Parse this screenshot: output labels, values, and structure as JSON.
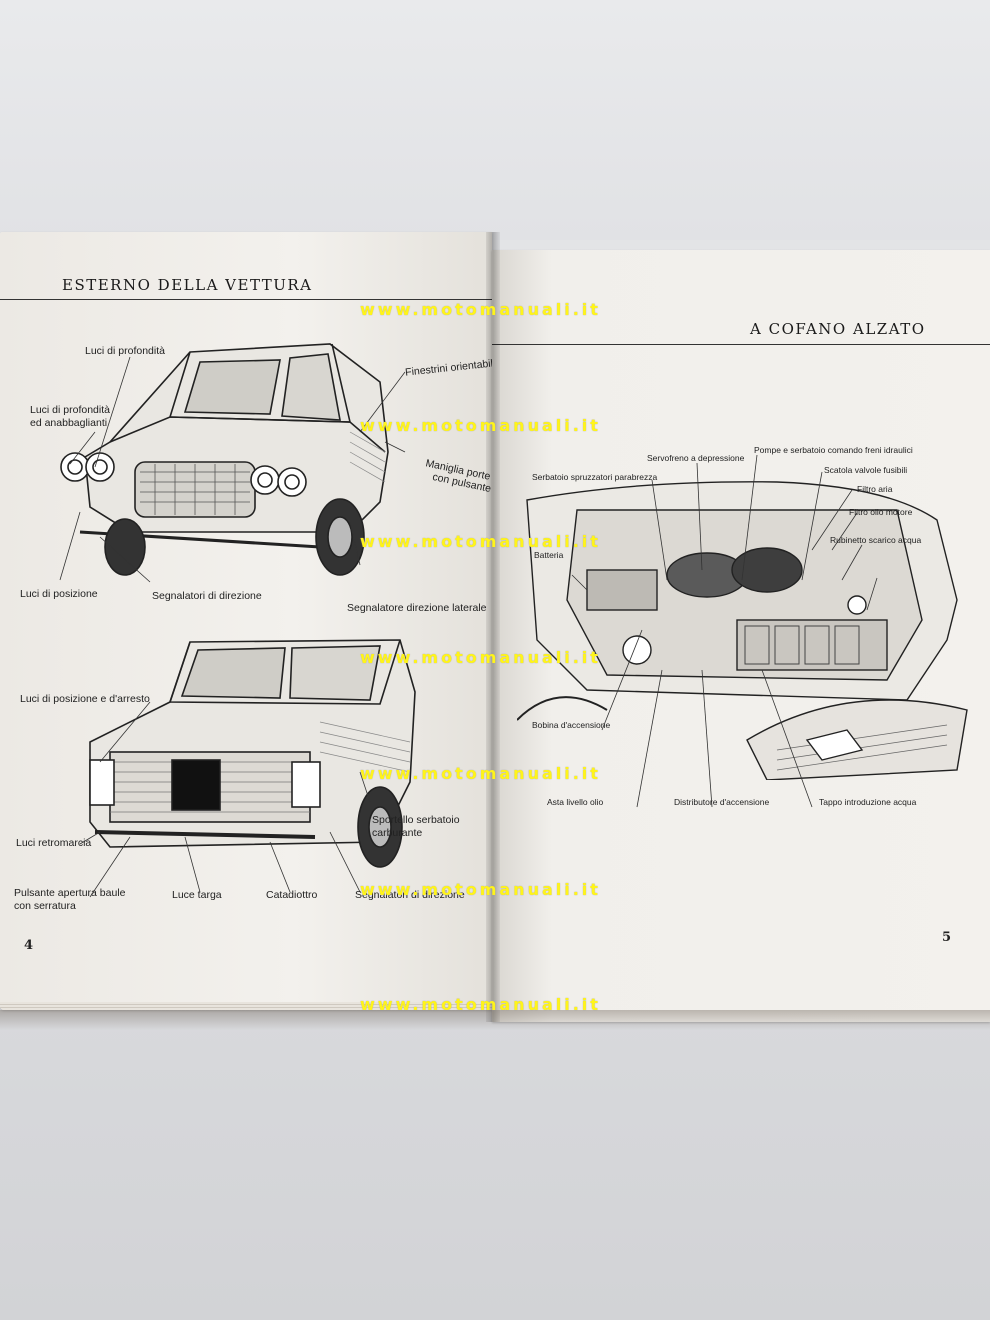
{
  "left_page": {
    "title": "ESTERNO DELLA VETTURA",
    "page_number": "4",
    "labels": {
      "luci_profondita": "Luci di profondità",
      "luci_profondita_anabbaglianti": [
        "Luci di profondità",
        "ed anabbaglianti"
      ],
      "finestrini": "Finestrini orientabili",
      "maniglia": [
        "Maniglia porte",
        "con pulsante"
      ],
      "luci_posizione": "Luci di posizione",
      "segnalatori_direzione": "Segnalatori di direzione",
      "segnalatore_laterale": "Segnalatore direzione laterale",
      "luci_posizione_arresto": "Luci di posizione e d'arresto",
      "sportello": [
        "Sportello serbatoio",
        "carburante"
      ],
      "luci_retromarcia": "Luci retromarcia",
      "pulsante_baule": [
        "Pulsante apertura baule",
        "con serratura"
      ],
      "luce_targa": "Luce targa",
      "catadiottro": "Catadiottro",
      "segnalatori_retro": "Segnalatori di direzione"
    }
  },
  "right_page": {
    "title": "A COFANO ALZATO",
    "page_number": "5",
    "labels": {
      "pompe": "Pompe e serbatoio comando freni idraulici",
      "servofreno": "Servofreno a depressione",
      "scatola": "Scatola valvole fusibili",
      "serbatoio_spruzz": "Serbatoio spruzzatori parabrezza",
      "filtro_aria": "Filtro aria",
      "filtro_olio": "Filtro olio motore",
      "batteria": "Batteria",
      "rubinetto": "Rubinetto scarico acqua",
      "bobina": "Bobina d'accensione",
      "asta": "Asta livello olio",
      "distributore": "Distributore d'accensione",
      "tappo": "Tappo introduzione acqua"
    }
  },
  "watermark": "www.motomanuali.it"
}
